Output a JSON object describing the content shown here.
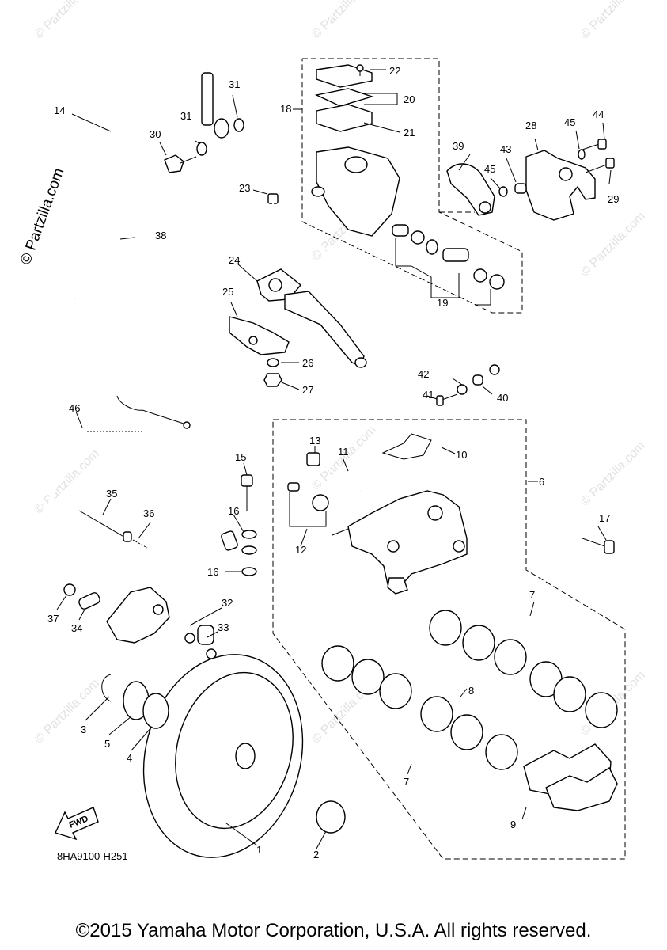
{
  "diagram": {
    "watermark": "© Partzilla.com",
    "side_watermark": "© Partzilla.com",
    "fwd_label": "FWD",
    "diagram_code": "8HA9100-H251",
    "copyright": "©2015 Yamaha Motor Corporation, U.S.A. All rights reserved.",
    "callouts": [
      "1",
      "2",
      "3",
      "4",
      "5",
      "6",
      "7",
      "7",
      "8",
      "9",
      "10",
      "11",
      "12",
      "13",
      "14",
      "15",
      "16",
      "16",
      "17",
      "18",
      "19",
      "20",
      "21",
      "22",
      "23",
      "24",
      "25",
      "26",
      "27",
      "28",
      "29",
      "30",
      "31",
      "31",
      "32",
      "33",
      "34",
      "35",
      "36",
      "37",
      "38",
      "39",
      "40",
      "41",
      "42",
      "43",
      "44",
      "45",
      "45",
      "46"
    ]
  }
}
